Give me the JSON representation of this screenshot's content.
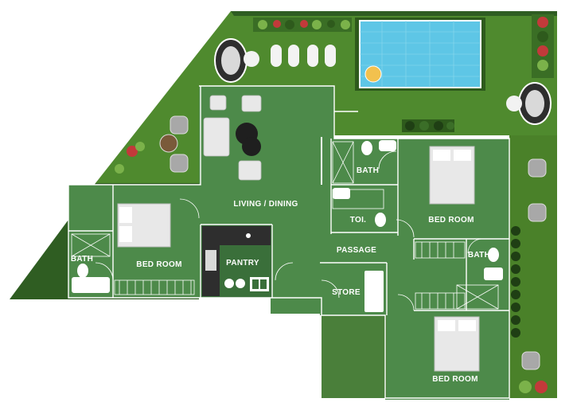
{
  "rooms": {
    "living_dining": "LIVING / DINING",
    "bath_top": "BATH",
    "toilet": "TOI.",
    "bed_right_top": "BED ROOM",
    "bed_left": "BED ROOM",
    "bath_left": "BATH",
    "pantry": "PANTRY",
    "passage": "PASSAGE",
    "bath_right": "BATH",
    "store": "STORE",
    "bed_right_bottom": "BED ROOM"
  },
  "colors": {
    "lawn": "#4f8a2e",
    "lawn_dark": "#2f5d22",
    "floor": "#4d8a4a",
    "floor_dark": "#3a6f3a",
    "pool": "#5ec6e6",
    "wall": "#ffffff",
    "furniture": "#e8e8e8",
    "counter": "#2e2e2e"
  },
  "icons": [
    "pool",
    "beach-ball",
    "lounge-chair",
    "stepping-stone",
    "sofa",
    "dining-table",
    "bed",
    "toilet",
    "shower",
    "washbasin",
    "wardrobe",
    "plant",
    "outdoor-chair",
    "stove",
    "sink"
  ]
}
